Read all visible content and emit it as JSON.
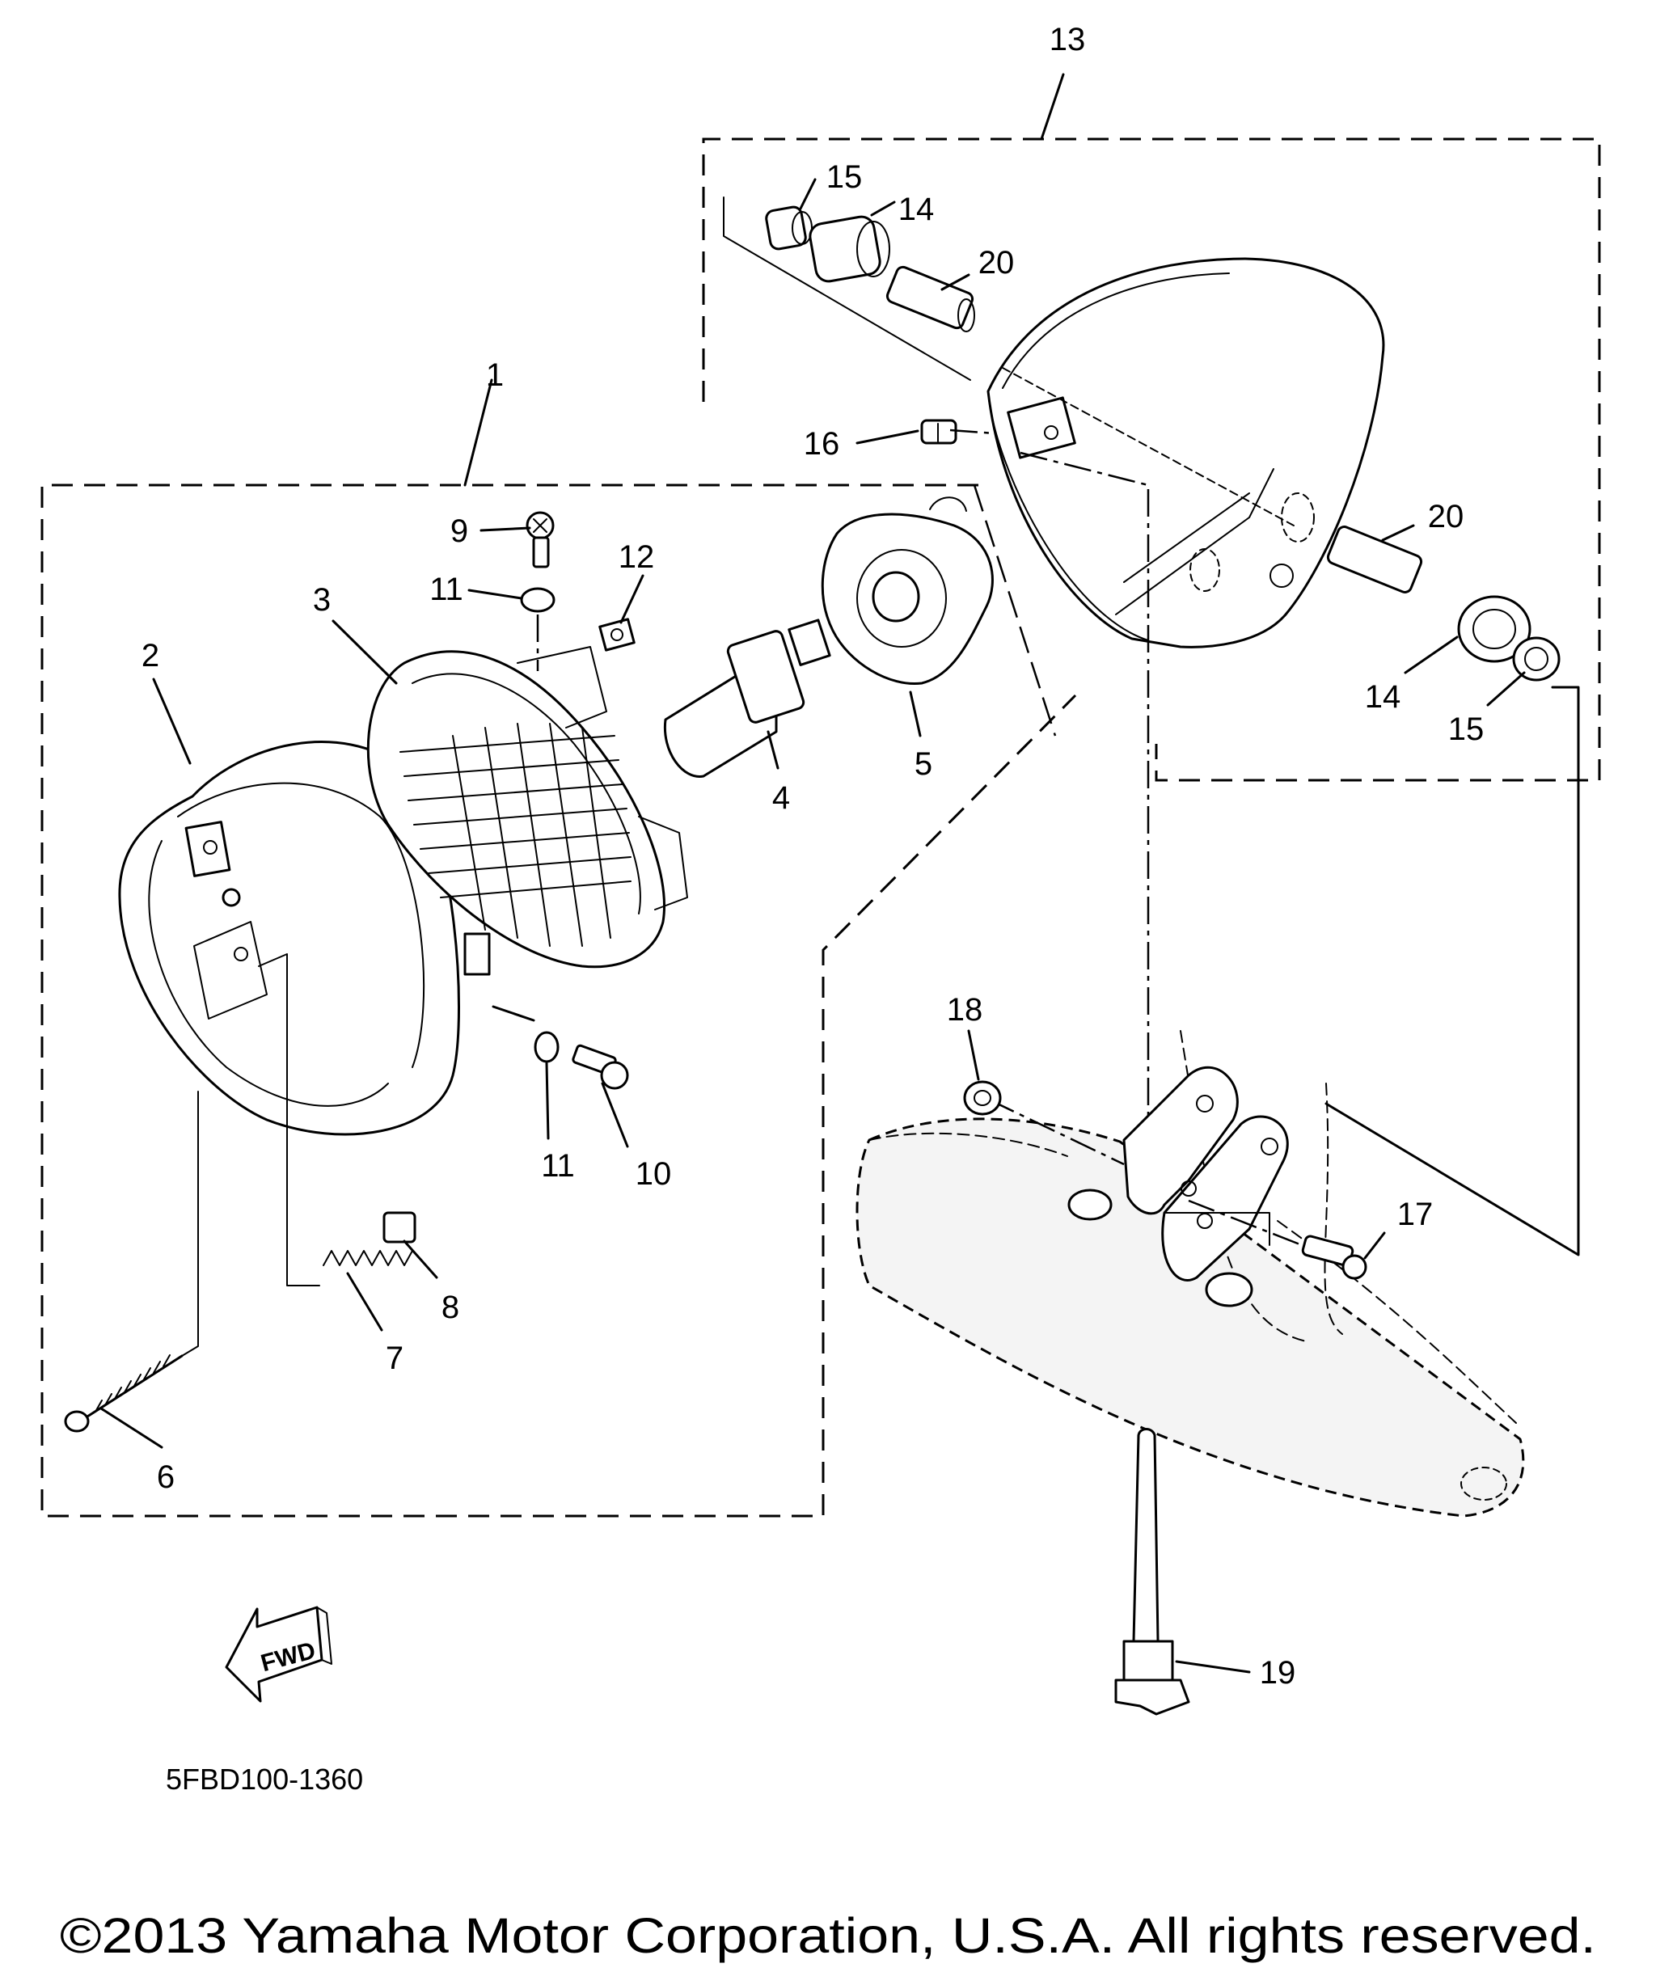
{
  "diagram": {
    "callouts": {
      "c1": "1",
      "c2": "2",
      "c3": "3",
      "c4": "4",
      "c5": "5",
      "c6": "6",
      "c7": "7",
      "c8": "8",
      "c9": "9",
      "c10": "10",
      "c11a": "11",
      "c11b": "11",
      "c12": "12",
      "c13": "13",
      "c14a": "14",
      "c14b": "14",
      "c15a": "15",
      "c15b": "15",
      "c16": "16",
      "c17": "17",
      "c18": "18",
      "c19": "19",
      "c20a": "20",
      "c20b": "20"
    },
    "fwd_label": "FWD",
    "diagram_code": "5FBD100-1360",
    "copyright": "©2013 Yamaha Motor Corporation, U.S.A. All rights reserved."
  }
}
